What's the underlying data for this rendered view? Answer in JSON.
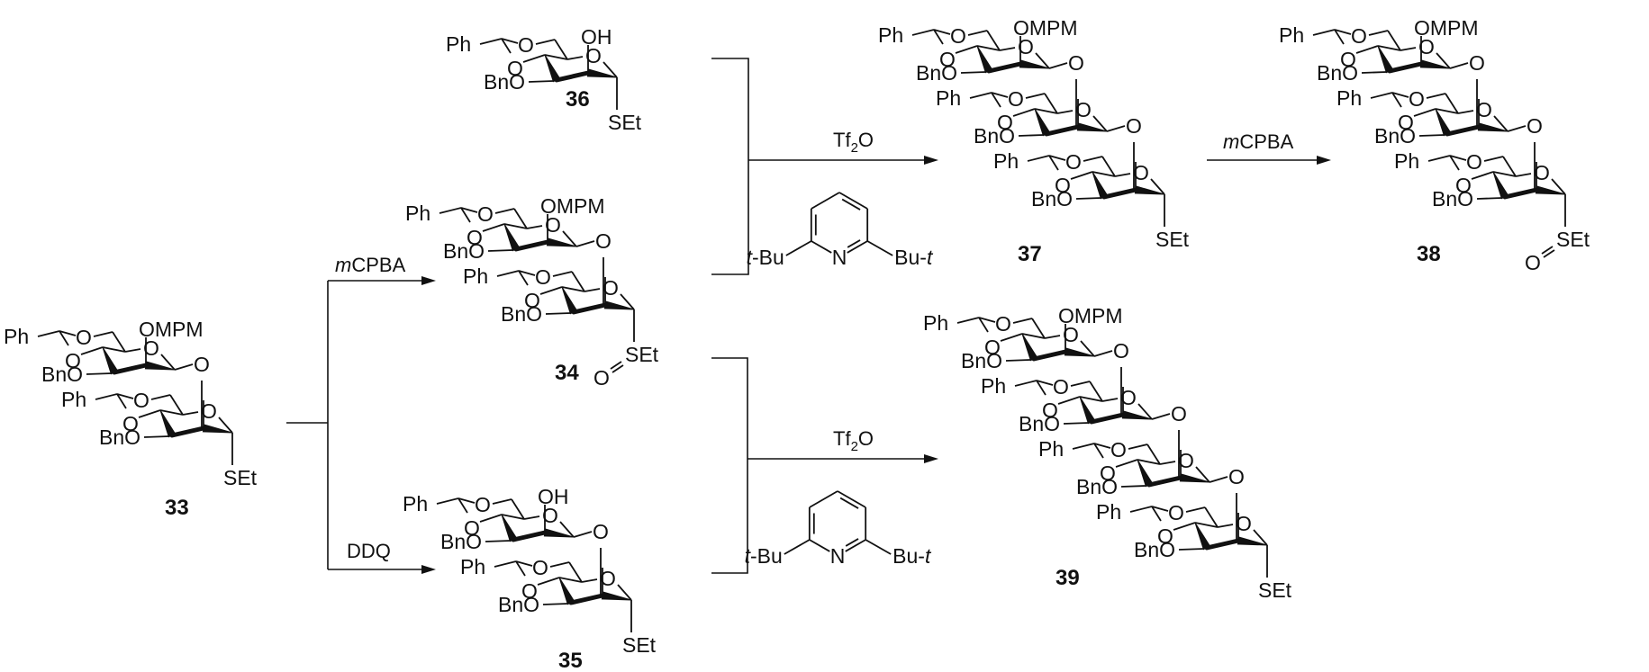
{
  "scheme": {
    "description": "Synthesis of oligosaccharide thioglycosides and sulfoxides",
    "accent_color": "#111111",
    "background_color": "#ffffff"
  },
  "atoms": {
    "ph": "Ph",
    "o": "O",
    "bno": "BnO",
    "ompm": "OMPM",
    "oh": "OH",
    "set": "SEt",
    "n": "N",
    "tbu_left": "t-Bu",
    "tbu_right": "Bu-t"
  },
  "compounds": [
    {
      "id": "33",
      "label": "33",
      "units": 2,
      "top_substituent": "OMPM",
      "anomeric": "SEt",
      "sulfoxide": false
    },
    {
      "id": "34",
      "label": "34",
      "units": 2,
      "top_substituent": "OMPM",
      "anomeric": "SEt",
      "sulfoxide": true
    },
    {
      "id": "35",
      "label": "35",
      "units": 2,
      "top_substituent": "OH",
      "anomeric": "SEt",
      "sulfoxide": false
    },
    {
      "id": "36",
      "label": "36",
      "units": 1,
      "top_substituent": "OH",
      "anomeric": "SEt",
      "sulfoxide": false
    },
    {
      "id": "37",
      "label": "37",
      "units": 3,
      "top_substituent": "OMPM",
      "anomeric": "SEt",
      "sulfoxide": false
    },
    {
      "id": "38",
      "label": "38",
      "units": 3,
      "top_substituent": "OMPM",
      "anomeric": "SEt",
      "sulfoxide": true
    },
    {
      "id": "39",
      "label": "39",
      "units": 4,
      "top_substituent": "OMPM",
      "anomeric": "SEt",
      "sulfoxide": false
    }
  ],
  "reactions": [
    {
      "id": "r1",
      "from": "33",
      "to": "34",
      "reagent_italic": "m",
      "reagent": "CPBA"
    },
    {
      "id": "r2",
      "from": "33",
      "to": "35",
      "reagent_italic": "",
      "reagent": "DDQ"
    },
    {
      "id": "r3",
      "from": [
        "36",
        "34"
      ],
      "to": "37",
      "reagent": "Tf",
      "reagent_sub": "2",
      "reagent_tail": "O",
      "base": "2,6-di-tert-butylpyridine"
    },
    {
      "id": "r4",
      "from": "37",
      "to": "38",
      "reagent_italic": "m",
      "reagent": "CPBA"
    },
    {
      "id": "r5",
      "from": [
        "34",
        "35"
      ],
      "to": "39",
      "reagent": "Tf",
      "reagent_sub": "2",
      "reagent_tail": "O",
      "base": "2,6-di-tert-butylpyridine"
    }
  ]
}
